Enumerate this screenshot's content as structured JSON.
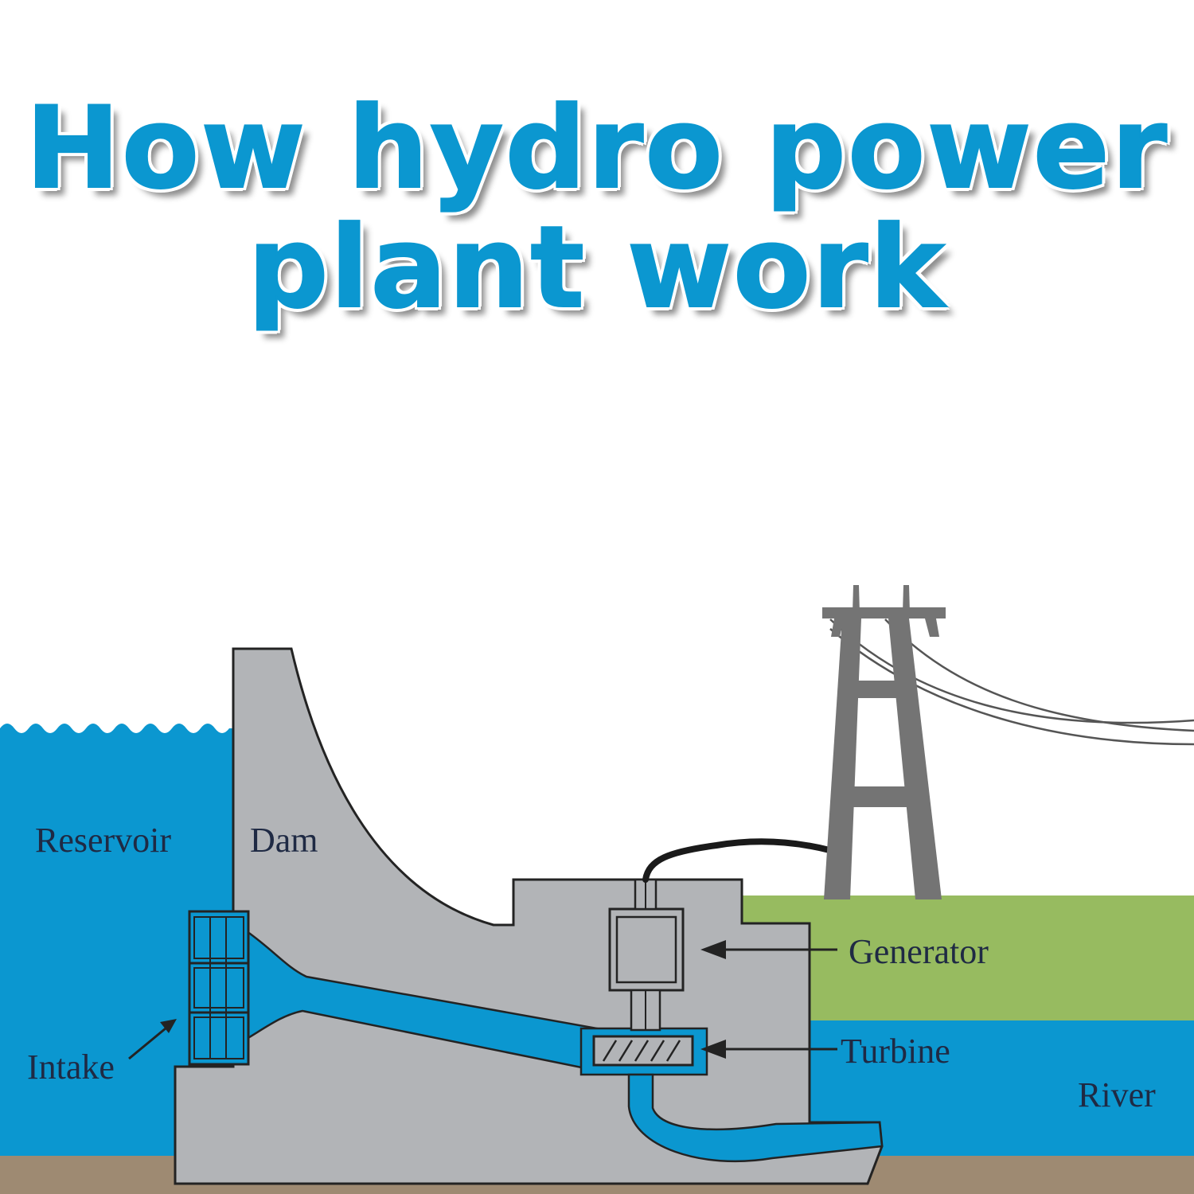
{
  "title": {
    "line1": "How hydro power",
    "line2": "plant work"
  },
  "labels": {
    "reservoir": "Reservoir",
    "dam": "Dam",
    "intake": "Intake",
    "generator": "Generator",
    "turbine": "Turbine",
    "river": "River"
  },
  "colors": {
    "water": "#0b97d0",
    "dam": "#b2b4b7",
    "ground": "#9e8a72",
    "grass": "#97bb60",
    "tower": "#747474",
    "title": "#0b97d0"
  }
}
